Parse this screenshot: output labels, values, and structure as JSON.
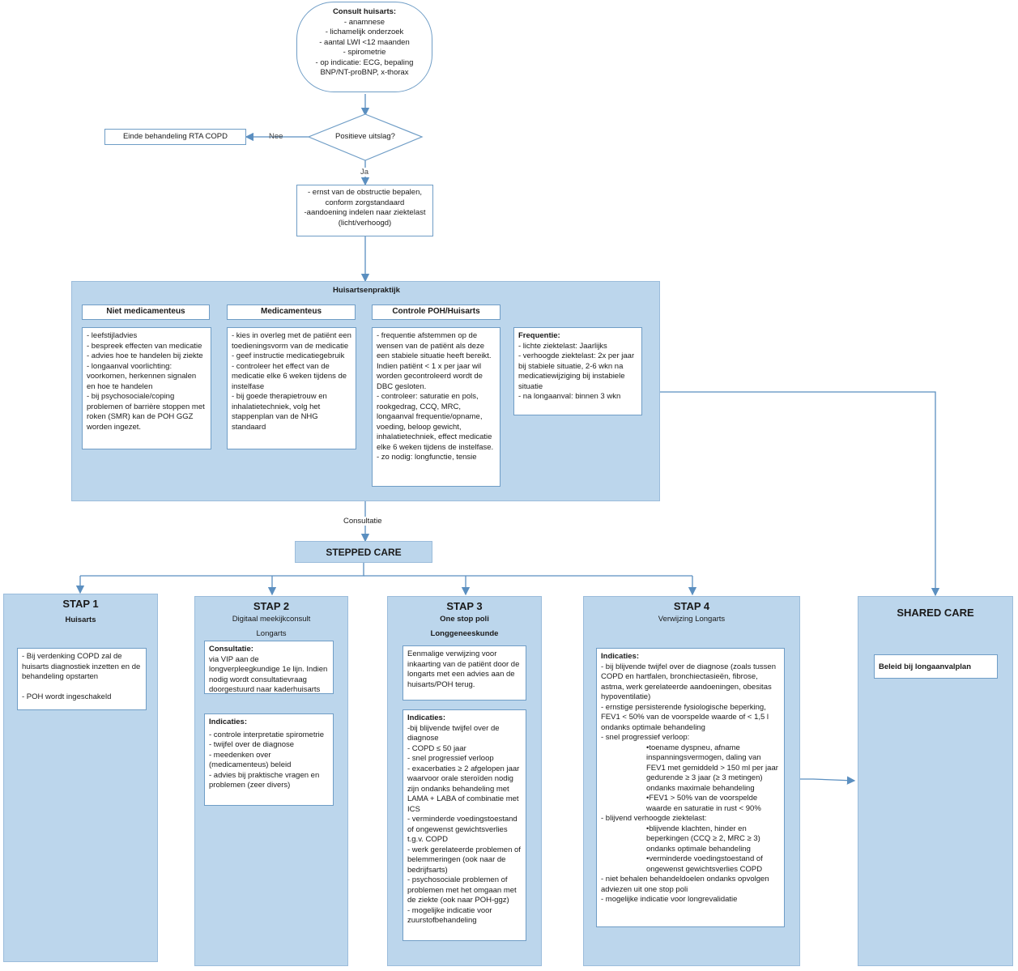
{
  "consult": {
    "title": "Consult huisarts:",
    "items": [
      "- anamnese",
      "- lichamelijk onderzoek",
      "- aantal LWI <12 maanden",
      "- spirometrie",
      "- op indicatie: ECG, bepaling BNP/NT-proBNP, x-thorax"
    ]
  },
  "decision": {
    "question": "Positieve uitslag?",
    "no_label": "Nee",
    "yes_label": "Ja"
  },
  "einde": "Einde behandeling RTA COPD",
  "obstructie": {
    "lines": [
      "- ernst van de obstructie bepalen, conform zorgstandaard",
      "-aandoening indelen naar ziektelast (licht/verhoogd)"
    ]
  },
  "huisarts": {
    "title": "Huisartsenpraktijk",
    "col1": {
      "header": "Niet medicamenteus",
      "lines": [
        "- leefstijladvies",
        "- bespreek effecten van medicatie",
        "- advies hoe te handelen bij ziekte",
        "- longaanval voorlichting: voorkomen, herkennen signalen en hoe te handelen",
        "- bij psychosociale/coping problemen of barrière stoppen met roken (SMR) kan de POH GGZ worden ingezet."
      ]
    },
    "col2": {
      "header": "Medicamenteus",
      "lines": [
        "- kies in overleg met de patiënt een toedieningsvorm van de medicatie",
        "- geef instructie medicatiegebruik",
        "- controleer het effect van de medicatie elke 6 weken tijdens de instelfase",
        "- bij goede therapietrouw en inhalatietechniek, volg het stappenplan van de NHG standaard"
      ]
    },
    "col3": {
      "header": "Controle POH/Huisarts",
      "lines": [
        "- frequentie afstemmen op de wensen van de patiënt als deze een stabiele situatie heeft bereikt. Indien patiënt < 1 x per jaar wil worden gecontroleerd wordt de DBC gesloten.",
        "- controleer: saturatie en pols, rookgedrag, CCQ, MRC, longaanval frequentie/opname, voeding, beloop gewicht, inhalatietechniek, effect medicatie elke 6 weken tijdens de instelfase.",
        "- zo nodig: longfunctie, tensie"
      ]
    },
    "col4": {
      "title": "Frequentie:",
      "lines": [
        "- lichte ziektelast: Jaarlijks",
        "- verhoogde ziektelast: 2x per jaar bij stabiele situatie, 2-6 wkn na medicatiewijziging bij instabiele situatie",
        "- na longaanval: binnen 3 wkn"
      ]
    }
  },
  "consultatie_label": "Consultatie",
  "stepped_care": "STEPPED CARE",
  "stap1": {
    "title": "STAP 1",
    "sub": "Huisarts",
    "box": [
      "- Bij verdenking COPD zal de huisarts diagnostiek inzetten en de behandeling opstarten",
      "",
      "- POH wordt ingeschakeld"
    ]
  },
  "stap2": {
    "title": "STAP 2",
    "sub1": "Digitaal meekijkconsult",
    "sub2": "Longarts",
    "box1_title": "Consultatie:",
    "box1": [
      "via VIP aan de longverpleegkundige 1e lijn. Indien nodig wordt consultatievraag doorgestuurd naar kaderhuisarts"
    ],
    "box2_title": "Indicaties:",
    "box2": [
      "- controle interpretatie spirometrie",
      "- twijfel over de diagnose",
      "- meedenken over (medicamenteus) beleid",
      "- advies bij praktische vragen en problemen (zeer divers)"
    ]
  },
  "stap3": {
    "title": "STAP 3",
    "sub1": "One stop poli",
    "sub2": "Longgeneeskunde",
    "box1": [
      "Eenmalige verwijzing voor inkaarting van de patiënt door de longarts met een advies aan de huisarts/POH terug."
    ],
    "box2_title": "Indicaties:",
    "box2": [
      "-bij blijvende twijfel over de diagnose",
      "- COPD ≤ 50 jaar",
      "- snel progressief verloop",
      "- exacerbaties ≥ 2 afgelopen jaar waarvoor orale steroïden nodig zijn ondanks behandeling met LAMA + LABA of combinatie met ICS",
      "- verminderde voedingstoestand of ongewenst gewichtsverlies t.g.v. COPD",
      "- werk gerelateerde problemen of belemmeringen (ook naar de bedrijfsarts)",
      "- psychosociale problemen of problemen met het omgaan met de ziekte (ook naar POH-ggz)",
      "- mogelijke indicatie voor zuurstofbehandeling"
    ]
  },
  "stap4": {
    "title": "STAP 4",
    "sub": "Verwijzing Longarts",
    "box_title": "Indicaties:",
    "lines": [
      {
        "t": "- bij blijvende twijfel over de diagnose (zoals tussen COPD en hartfalen, bronchiectasieën, fibrose, astma, werk gerelateerde aandoeningen, obesitas hypoventilatie)",
        "ind": false
      },
      {
        "t": "- ernstige persisterende fysiologische beperking, FEV1 < 50% van de voorspelde waarde of < 1,5 l ondanks optimale behandeling",
        "ind": false
      },
      {
        "t": "- snel progressief verloop:",
        "ind": false
      },
      {
        "t": "•toename dyspneu, afname inspanningsvermogen, daling van FEV1 met gemiddeld > 150 ml per jaar gedurende ≥ 3 jaar (≥ 3 metingen) ondanks maximale behandeling",
        "ind": true
      },
      {
        "t": "•FEV1 > 50% van de voorspelde waarde en saturatie in rust < 90%",
        "ind": true
      },
      {
        "t": "- blijvend verhoogde ziektelast:",
        "ind": false
      },
      {
        "t": "•blijvende klachten, hinder en beperkingen (CCQ ≥ 2, MRC ≥ 3) ondanks optimale behandeling",
        "ind": true
      },
      {
        "t": "•verminderde voedingstoestand of ongewenst gewichtsverlies COPD",
        "ind": true
      },
      {
        "t": "- niet behalen behandeldoelen ondanks opvolgen adviezen uit one stop poli",
        "ind": false
      },
      {
        "t": "- mogelijke indicatie voor longrevalidatie",
        "ind": false
      }
    ]
  },
  "shared": {
    "title": "SHARED CARE",
    "box": "Beleid bij longaanvalplan"
  },
  "colors": {
    "panel": "#bcd6ec",
    "line": "#5b8fc0",
    "border": "#6f9dc6"
  }
}
